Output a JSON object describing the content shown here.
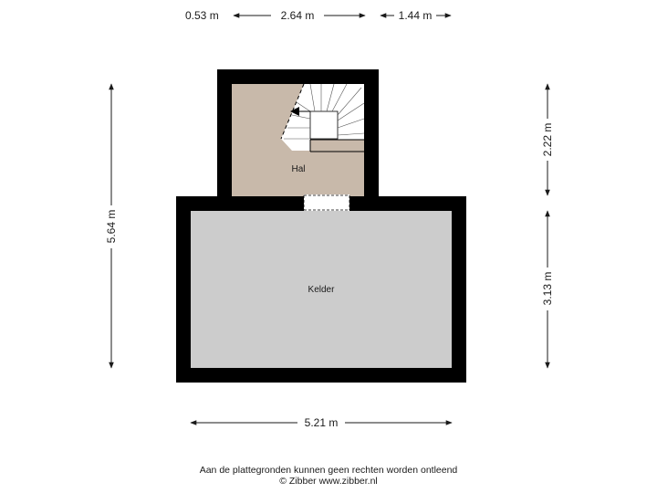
{
  "dimensions": {
    "top_left": "0.53 m",
    "top_middle": "2.64 m",
    "top_right": "1.44 m",
    "left_total": "5.64 m",
    "right_upper": "2.22 m",
    "right_lower": "3.13 m",
    "bottom": "5.21 m"
  },
  "rooms": {
    "hal": "Hal",
    "kelder": "Kelder"
  },
  "colors": {
    "wall": "#000000",
    "hal_floor": "#c8b9aa",
    "kelder_floor": "#cccccc",
    "dimension_line": "#1a1a1a"
  },
  "footer": {
    "disclaimer": "Aan de plattegronden kunnen geen rechten worden ontleend",
    "copyright": "© Zibber www.zibber.nl"
  }
}
